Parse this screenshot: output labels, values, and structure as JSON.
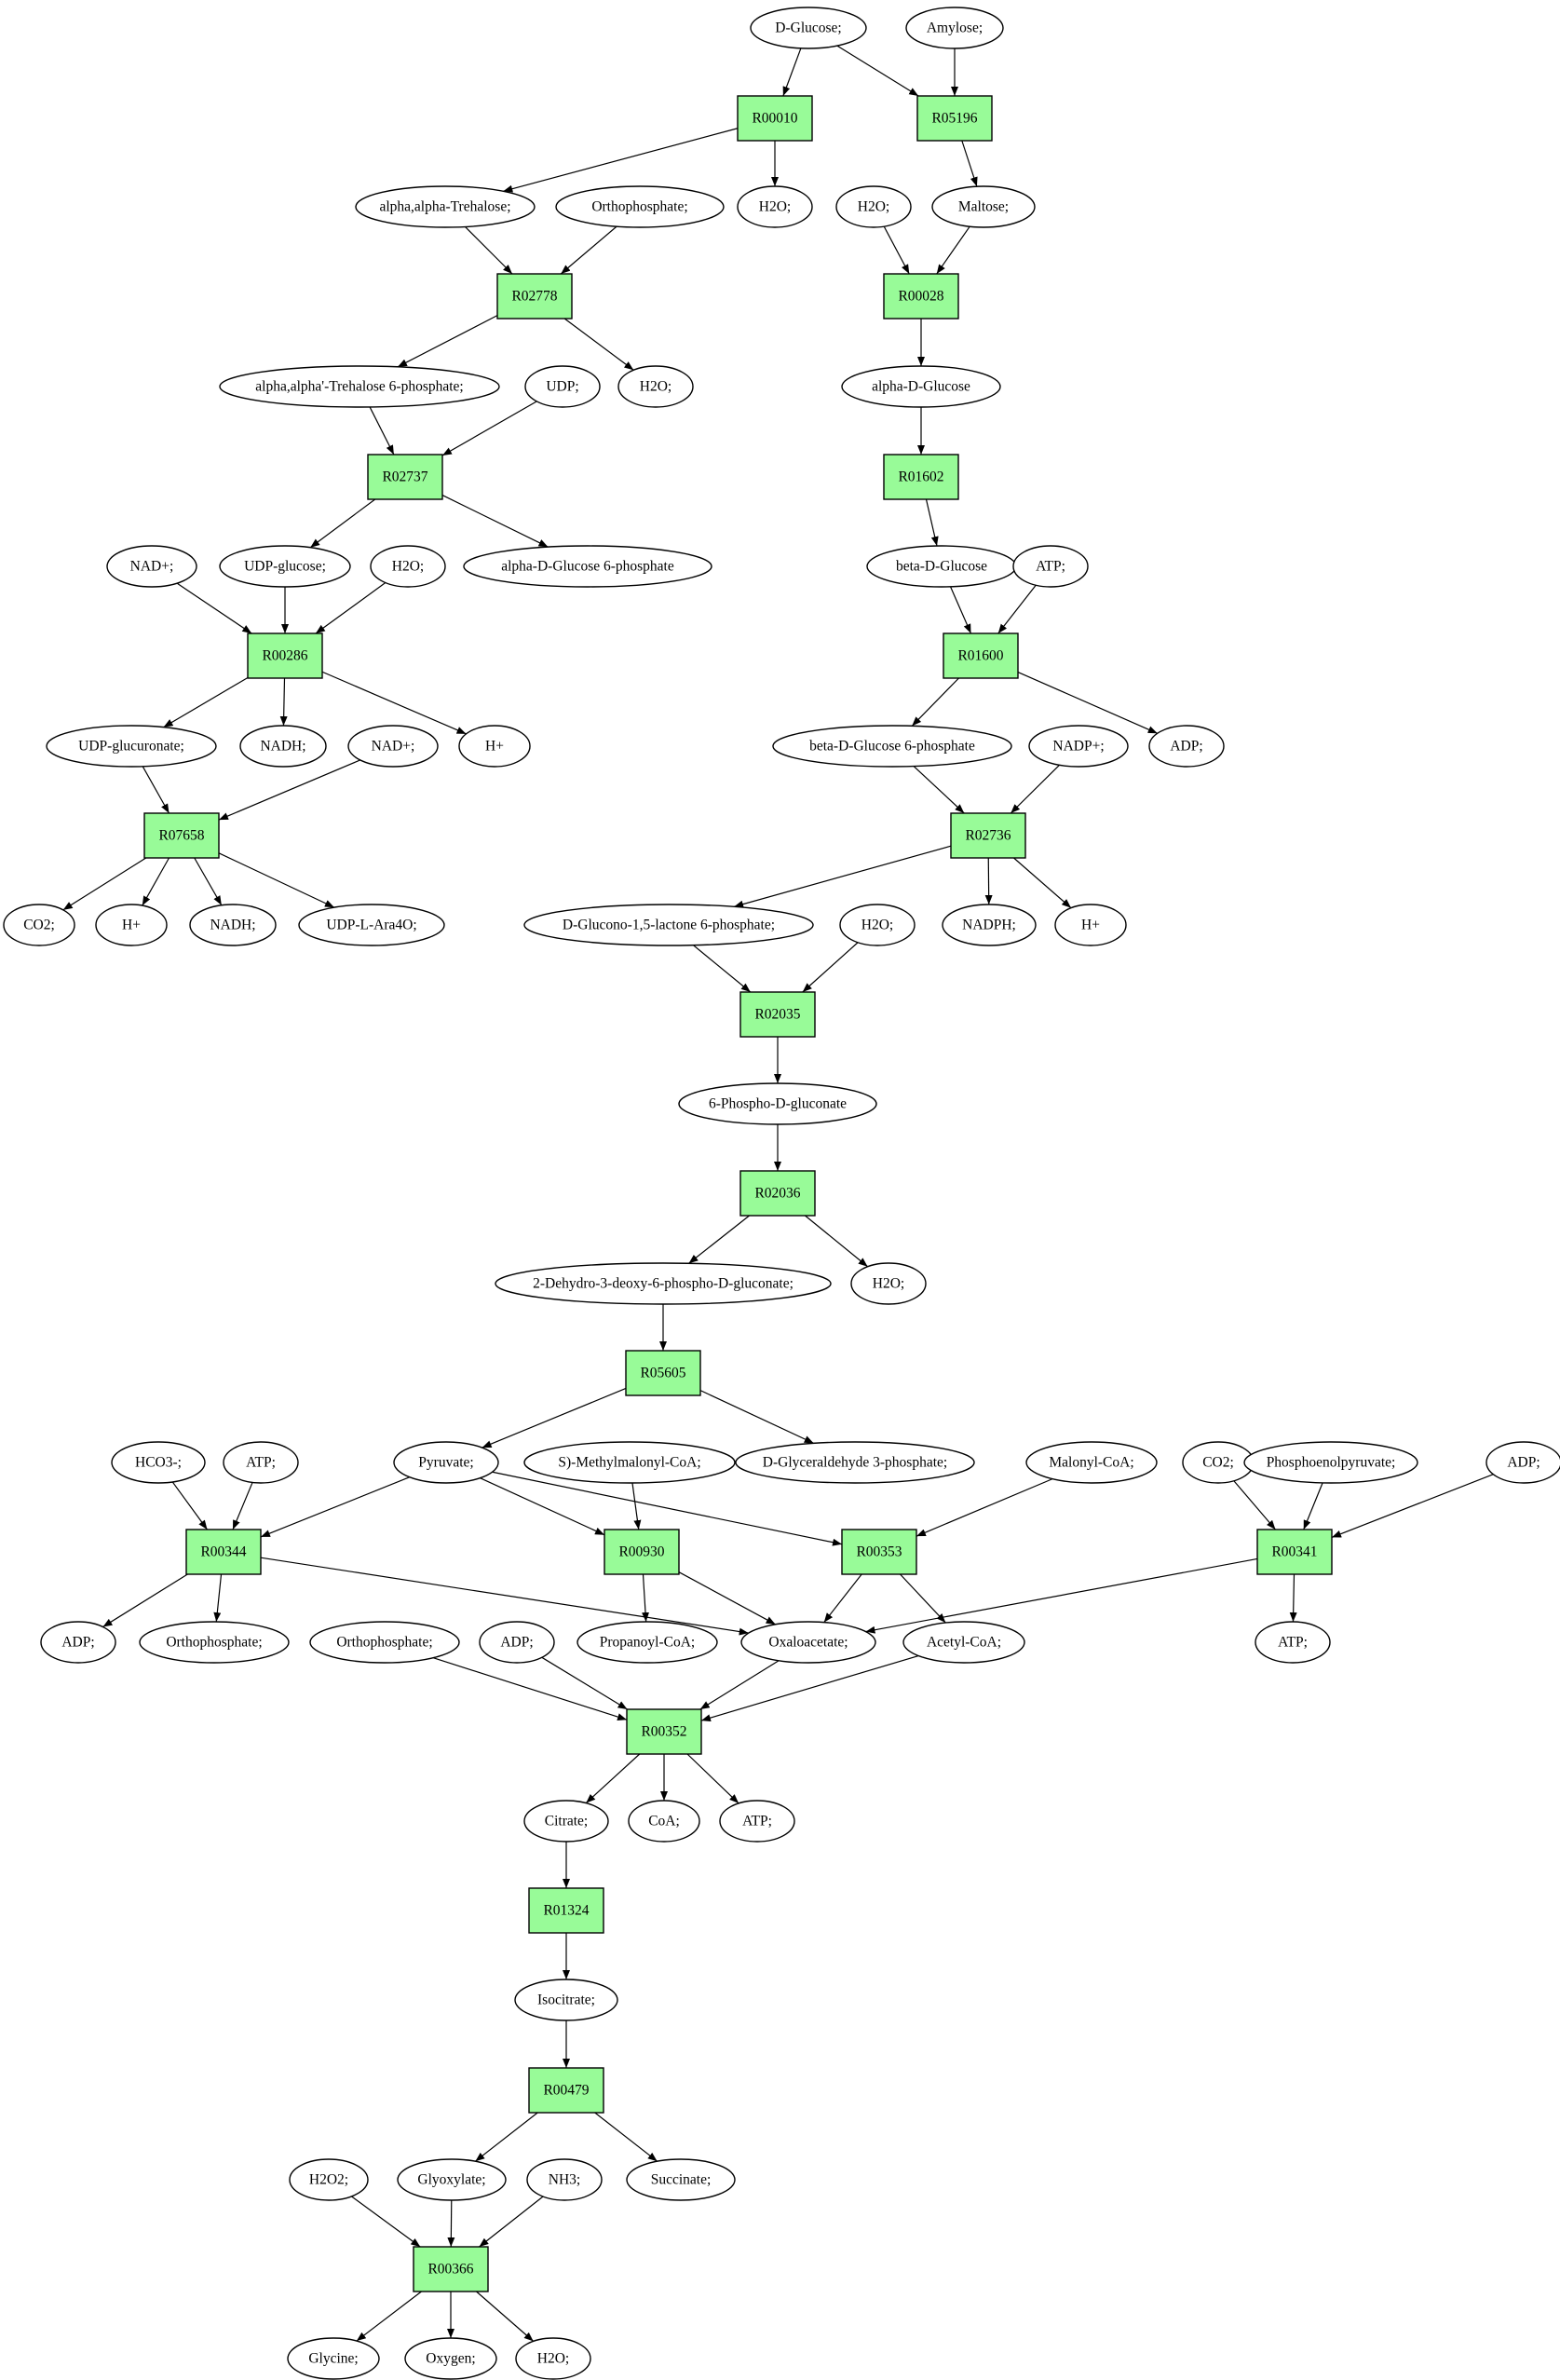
{
  "colors": {
    "reaction_fill": "#98fb98",
    "start_fill": "#00ee00",
    "target_fill": "#ffff00",
    "compound_fill": "#ffffff",
    "line": "#000000"
  },
  "nodes": {
    "dglucose": {
      "label": "D-Glucose;",
      "kind": "compound",
      "highlight": "start"
    },
    "amylose": {
      "label": "Amylose;",
      "kind": "compound"
    },
    "r00010": {
      "label": "R00010",
      "kind": "reaction"
    },
    "r05196": {
      "label": "R05196",
      "kind": "reaction"
    },
    "trehalose": {
      "label": "alpha,alpha-Trehalose;",
      "kind": "compound"
    },
    "orthophosphate1": {
      "label": "Orthophosphate;",
      "kind": "compound"
    },
    "h2o_1": {
      "label": "H2O;",
      "kind": "compound"
    },
    "h2o_2": {
      "label": "H2O;",
      "kind": "compound"
    },
    "maltose": {
      "label": "Maltose;",
      "kind": "compound"
    },
    "r02778": {
      "label": "R02778",
      "kind": "reaction"
    },
    "r00028": {
      "label": "R00028",
      "kind": "reaction"
    },
    "trehalose6p": {
      "label": "alpha,alpha'-Trehalose 6-phosphate;",
      "kind": "compound"
    },
    "udp": {
      "label": "UDP;",
      "kind": "compound"
    },
    "h2o_3": {
      "label": "H2O;",
      "kind": "compound"
    },
    "alphadglucose": {
      "label": "alpha-D-Glucose",
      "kind": "compound"
    },
    "r02737": {
      "label": "R02737",
      "kind": "reaction"
    },
    "r01602": {
      "label": "R01602",
      "kind": "reaction"
    },
    "nadp_1": {
      "label": "NAD+;",
      "kind": "compound"
    },
    "udpglucose": {
      "label": "UDP-glucose;",
      "kind": "compound"
    },
    "h2o_4": {
      "label": "H2O;",
      "kind": "compound"
    },
    "alphadglucose6p": {
      "label": "alpha-D-Glucose 6-phosphate",
      "kind": "compound"
    },
    "betadglucose": {
      "label": "beta-D-Glucose",
      "kind": "compound"
    },
    "atp_1": {
      "label": "ATP;",
      "kind": "compound"
    },
    "r00286": {
      "label": "R00286",
      "kind": "reaction"
    },
    "r01600": {
      "label": "R01600",
      "kind": "reaction"
    },
    "udpglucuronate": {
      "label": "UDP-glucuronate;",
      "kind": "compound"
    },
    "nadh_1": {
      "label": "NADH;",
      "kind": "compound"
    },
    "nad_2": {
      "label": "NAD+;",
      "kind": "compound"
    },
    "hplus_1": {
      "label": "H+",
      "kind": "compound"
    },
    "betadglucose6p": {
      "label": "beta-D-Glucose 6-phosphate",
      "kind": "compound"
    },
    "nadpplus": {
      "label": "NADP+;",
      "kind": "compound"
    },
    "adp_1": {
      "label": "ADP;",
      "kind": "compound"
    },
    "r07658": {
      "label": "R07658",
      "kind": "reaction"
    },
    "r02736": {
      "label": "R02736",
      "kind": "reaction"
    },
    "co2_1": {
      "label": "CO2;",
      "kind": "compound"
    },
    "hplus_2": {
      "label": "H+",
      "kind": "compound"
    },
    "nadh_2": {
      "label": "NADH;",
      "kind": "compound"
    },
    "udpara4o": {
      "label": "UDP-L-Ara4O;",
      "kind": "compound"
    },
    "glucono": {
      "label": "D-Glucono-1,5-lactone 6-phosphate;",
      "kind": "compound"
    },
    "h2o_5": {
      "label": "H2O;",
      "kind": "compound"
    },
    "nadph": {
      "label": "NADPH;",
      "kind": "compound"
    },
    "hplus_3": {
      "label": "H+",
      "kind": "compound"
    },
    "r02035": {
      "label": "R02035",
      "kind": "reaction"
    },
    "phosphogluconate": {
      "label": "6-Phospho-D-gluconate",
      "kind": "compound"
    },
    "r02036": {
      "label": "R02036",
      "kind": "reaction"
    },
    "dehydro": {
      "label": "2-Dehydro-3-deoxy-6-phospho-D-gluconate;",
      "kind": "compound"
    },
    "h2o_6": {
      "label": "H2O;",
      "kind": "compound"
    },
    "r05605": {
      "label": "R05605",
      "kind": "reaction"
    },
    "hco3": {
      "label": "HCO3-;",
      "kind": "compound"
    },
    "atp_2": {
      "label": "ATP;",
      "kind": "compound"
    },
    "pyruvate": {
      "label": "Pyruvate;",
      "kind": "compound"
    },
    "methylmalonyl": {
      "label": "S)-Methylmalonyl-CoA;",
      "kind": "compound"
    },
    "g3p": {
      "label": "D-Glyceraldehyde 3-phosphate;",
      "kind": "compound"
    },
    "malonyl": {
      "label": "Malonyl-CoA;",
      "kind": "compound"
    },
    "co2_2": {
      "label": "CO2;",
      "kind": "compound"
    },
    "pep": {
      "label": "Phosphoenolpyruvate;",
      "kind": "compound"
    },
    "adp_2": {
      "label": "ADP;",
      "kind": "compound"
    },
    "r00344": {
      "label": "R00344",
      "kind": "reaction"
    },
    "r00930": {
      "label": "R00930",
      "kind": "reaction"
    },
    "r00353": {
      "label": "R00353",
      "kind": "reaction"
    },
    "r00341": {
      "label": "R00341",
      "kind": "reaction"
    },
    "adp_3": {
      "label": "ADP;",
      "kind": "compound"
    },
    "orthophosphate2": {
      "label": "Orthophosphate;",
      "kind": "compound"
    },
    "orthophosphate3": {
      "label": "Orthophosphate;",
      "kind": "compound"
    },
    "adp_4": {
      "label": "ADP;",
      "kind": "compound"
    },
    "propanoyl": {
      "label": "Propanoyl-CoA;",
      "kind": "compound"
    },
    "oxaloacetate": {
      "label": "Oxaloacetate;",
      "kind": "compound"
    },
    "acetylcoa": {
      "label": "Acetyl-CoA;",
      "kind": "compound"
    },
    "atp_3": {
      "label": "ATP;",
      "kind": "compound"
    },
    "r00352": {
      "label": "R00352",
      "kind": "reaction"
    },
    "citrate": {
      "label": "Citrate;",
      "kind": "compound"
    },
    "coa": {
      "label": "CoA;",
      "kind": "compound"
    },
    "atp_4": {
      "label": "ATP;",
      "kind": "compound"
    },
    "r01324": {
      "label": "R01324",
      "kind": "reaction"
    },
    "isocitrate": {
      "label": "Isocitrate;",
      "kind": "compound"
    },
    "r00479": {
      "label": "R00479",
      "kind": "reaction"
    },
    "h2o2": {
      "label": "H2O2;",
      "kind": "compound"
    },
    "glyoxylate": {
      "label": "Glyoxylate;",
      "kind": "compound"
    },
    "nh3": {
      "label": "NH3;",
      "kind": "compound"
    },
    "succinate": {
      "label": "Succinate;",
      "kind": "compound"
    },
    "r00366": {
      "label": "R00366",
      "kind": "reaction"
    },
    "glycine": {
      "label": "Glycine;",
      "kind": "compound",
      "highlight": "target"
    },
    "oxygen": {
      "label": "Oxygen;",
      "kind": "compound"
    },
    "h2o_7": {
      "label": "H2O;",
      "kind": "compound"
    }
  },
  "edges": [
    [
      "dglucose",
      "r00010"
    ],
    [
      "dglucose",
      "r05196"
    ],
    [
      "amylose",
      "r05196"
    ],
    [
      "r00010",
      "trehalose"
    ],
    [
      "r00010",
      "h2o_1"
    ],
    [
      "r05196",
      "maltose"
    ],
    [
      "trehalose",
      "r02778"
    ],
    [
      "orthophosphate1",
      "r02778"
    ],
    [
      "h2o_2",
      "r00028"
    ],
    [
      "maltose",
      "r00028"
    ],
    [
      "r02778",
      "trehalose6p"
    ],
    [
      "r02778",
      "h2o_3"
    ],
    [
      "r00028",
      "alphadglucose"
    ],
    [
      "trehalose6p",
      "r02737"
    ],
    [
      "udp",
      "r02737"
    ],
    [
      "alphadglucose",
      "r01602"
    ],
    [
      "r02737",
      "udpglucose"
    ],
    [
      "r02737",
      "alphadglucose6p"
    ],
    [
      "r01602",
      "betadglucose"
    ],
    [
      "nadp_1",
      "r00286"
    ],
    [
      "udpglucose",
      "r00286"
    ],
    [
      "h2o_4",
      "r00286"
    ],
    [
      "betadglucose",
      "r01600"
    ],
    [
      "atp_1",
      "r01600"
    ],
    [
      "r00286",
      "udpglucuronate"
    ],
    [
      "r00286",
      "nadh_1"
    ],
    [
      "r00286",
      "hplus_1"
    ],
    [
      "r01600",
      "betadglucose6p"
    ],
    [
      "r01600",
      "adp_1"
    ],
    [
      "udpglucuronate",
      "r07658"
    ],
    [
      "nad_2",
      "r07658"
    ],
    [
      "betadglucose6p",
      "r02736"
    ],
    [
      "nadpplus",
      "r02736"
    ],
    [
      "r07658",
      "co2_1"
    ],
    [
      "r07658",
      "hplus_2"
    ],
    [
      "r07658",
      "nadh_2"
    ],
    [
      "r07658",
      "udpara4o"
    ],
    [
      "r02736",
      "glucono"
    ],
    [
      "r02736",
      "nadph"
    ],
    [
      "r02736",
      "hplus_3"
    ],
    [
      "glucono",
      "r02035"
    ],
    [
      "h2o_5",
      "r02035"
    ],
    [
      "r02035",
      "phosphogluconate"
    ],
    [
      "phosphogluconate",
      "r02036"
    ],
    [
      "r02036",
      "dehydro"
    ],
    [
      "r02036",
      "h2o_6"
    ],
    [
      "dehydro",
      "r05605"
    ],
    [
      "r05605",
      "pyruvate"
    ],
    [
      "r05605",
      "g3p"
    ],
    [
      "hco3",
      "r00344"
    ],
    [
      "atp_2",
      "r00344"
    ],
    [
      "pyruvate",
      "r00344"
    ],
    [
      "pyruvate",
      "r00930"
    ],
    [
      "methylmalonyl",
      "r00930"
    ],
    [
      "pyruvate",
      "r00353"
    ],
    [
      "malonyl",
      "r00353"
    ],
    [
      "co2_2",
      "r00341"
    ],
    [
      "pep",
      "r00341"
    ],
    [
      "adp_2",
      "r00341"
    ],
    [
      "r00344",
      "adp_3"
    ],
    [
      "r00344",
      "orthophosphate2"
    ],
    [
      "r00344",
      "oxaloacetate"
    ],
    [
      "r00930",
      "propanoyl"
    ],
    [
      "r00930",
      "oxaloacetate"
    ],
    [
      "r00353",
      "oxaloacetate"
    ],
    [
      "r00353",
      "acetylcoa"
    ],
    [
      "r00341",
      "oxaloacetate"
    ],
    [
      "r00341",
      "atp_3"
    ],
    [
      "orthophosphate3",
      "r00352"
    ],
    [
      "adp_4",
      "r00352"
    ],
    [
      "oxaloacetate",
      "r00352"
    ],
    [
      "acetylcoa",
      "r00352"
    ],
    [
      "r00352",
      "citrate"
    ],
    [
      "r00352",
      "coa"
    ],
    [
      "r00352",
      "atp_4"
    ],
    [
      "citrate",
      "r01324"
    ],
    [
      "r01324",
      "isocitrate"
    ],
    [
      "isocitrate",
      "r00479"
    ],
    [
      "r00479",
      "glyoxylate"
    ],
    [
      "r00479",
      "succinate"
    ],
    [
      "h2o2",
      "r00366"
    ],
    [
      "glyoxylate",
      "r00366"
    ],
    [
      "nh3",
      "r00366"
    ],
    [
      "r00366",
      "glycine"
    ],
    [
      "r00366",
      "oxygen"
    ],
    [
      "r00366",
      "h2o_7"
    ]
  ]
}
